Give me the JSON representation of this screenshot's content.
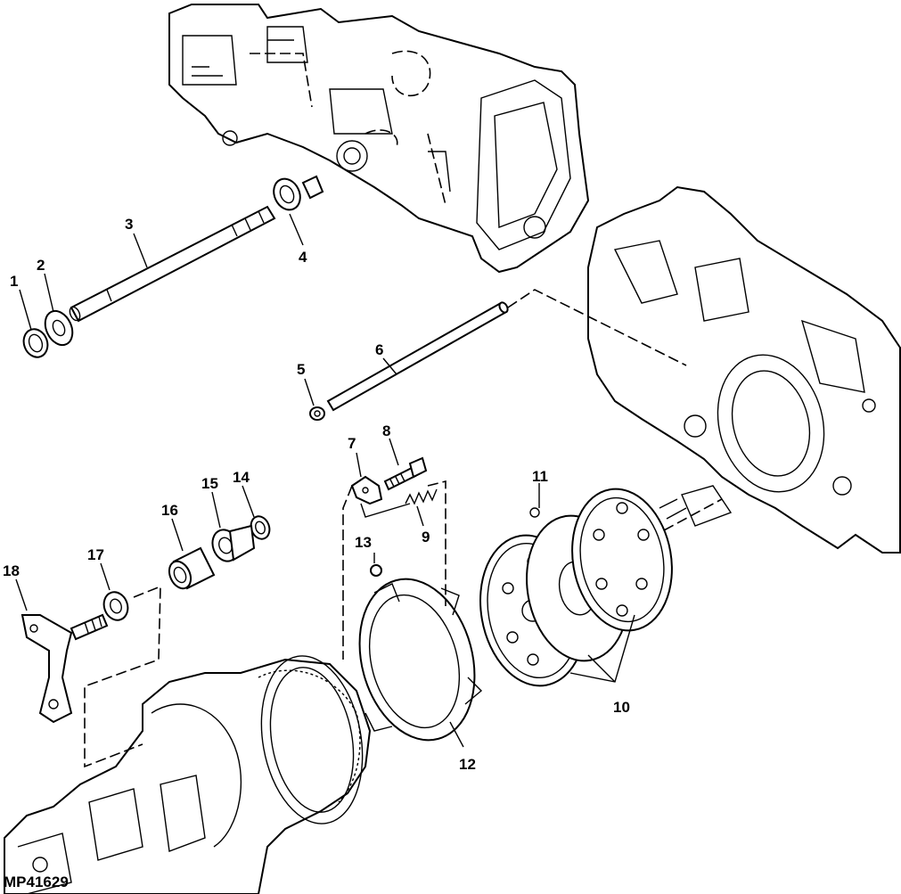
{
  "figure_id": "MP41629",
  "callouts": [
    {
      "id": "1",
      "text": "1"
    },
    {
      "id": "2",
      "text": "2"
    },
    {
      "id": "3",
      "text": "3"
    },
    {
      "id": "4",
      "text": "4"
    },
    {
      "id": "5",
      "text": "5"
    },
    {
      "id": "6",
      "text": "6"
    },
    {
      "id": "7",
      "text": "7"
    },
    {
      "id": "8",
      "text": "8"
    },
    {
      "id": "9",
      "text": "9"
    },
    {
      "id": "10",
      "text": "10"
    },
    {
      "id": "11",
      "text": "11"
    },
    {
      "id": "12",
      "text": "12"
    },
    {
      "id": "13",
      "text": "13"
    },
    {
      "id": "14",
      "text": "14"
    },
    {
      "id": "15",
      "text": "15"
    },
    {
      "id": "16",
      "text": "16"
    },
    {
      "id": "17",
      "text": "17"
    },
    {
      "id": "18",
      "text": "18"
    }
  ],
  "colors": {
    "ink": "#000000",
    "paper": "#ffffff"
  }
}
